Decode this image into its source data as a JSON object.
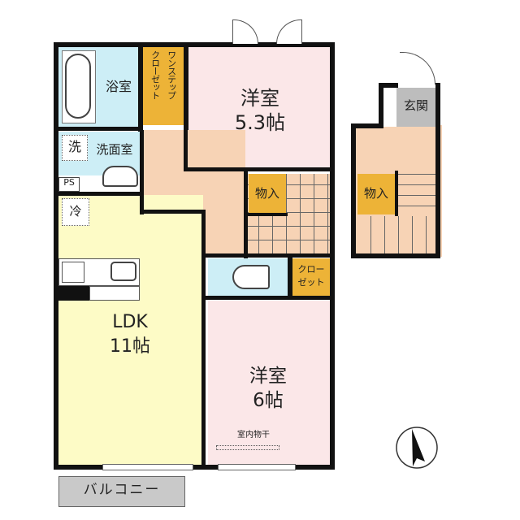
{
  "colors": {
    "wall": "#111111",
    "western_room": "#fbe7e8",
    "ldk": "#fdfbc6",
    "wet_area": "#cdeef6",
    "hallway": "#f7d3b5",
    "closet": "#edb337",
    "entrance": "#bdbdbd",
    "balcony": "#c9c9c9"
  },
  "rooms": {
    "bathroom": "浴室",
    "washroom": "洗面室",
    "washer_mark": "洗",
    "fridge_mark": "冷",
    "pipe_space": "PS",
    "one_step_closet": "ワンステップクローゼット",
    "one_step_closet_col1": "ワンステップ",
    "one_step_closet_col2": "クローゼット",
    "western_room_1": {
      "name": "洋室",
      "size": "5.3帖"
    },
    "storage_1": "物入",
    "storage_2": "物入",
    "closet_small": {
      "line1": "クロー",
      "line2": "ゼット"
    },
    "ldk": {
      "name": "LDK",
      "size": "11帖"
    },
    "western_room_2": {
      "name": "洋室",
      "size": "6帖"
    },
    "indoor_drying": "室内物干",
    "balcony": "バルコニー",
    "entrance": "玄関"
  },
  "compass": {
    "icon": "north-arrow-icon"
  }
}
